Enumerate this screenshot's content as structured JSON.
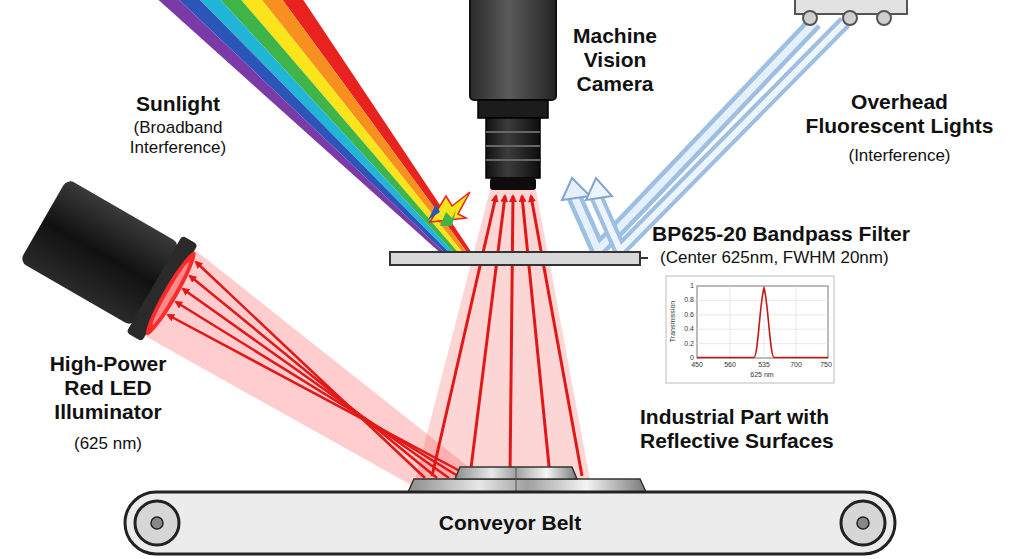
{
  "diagram": {
    "nodes": [
      {
        "text": [
          "Conveyor Belt"
        ]
      }
    ],
    "labels": [
      "Sunlight",
      "(Broadband Interference)",
      "Machine Vision Camera",
      "Overhead Fluorescent Lights",
      "(Interference)",
      "BP625-20 Bandpass Filter",
      "(Center 625nm, FWHM 20nm)",
      "Transmission",
      "1",
      "0.8",
      "0.6",
      "0.4",
      "0.2",
      "0",
      "450",
      "560",
      "535",
      "700",
      "750",
      "625 nm",
      "High-Power Red LED Illuminator",
      "(625 nm)",
      "Industrial Part with Reflective Surfaces"
    ]
  }
}
